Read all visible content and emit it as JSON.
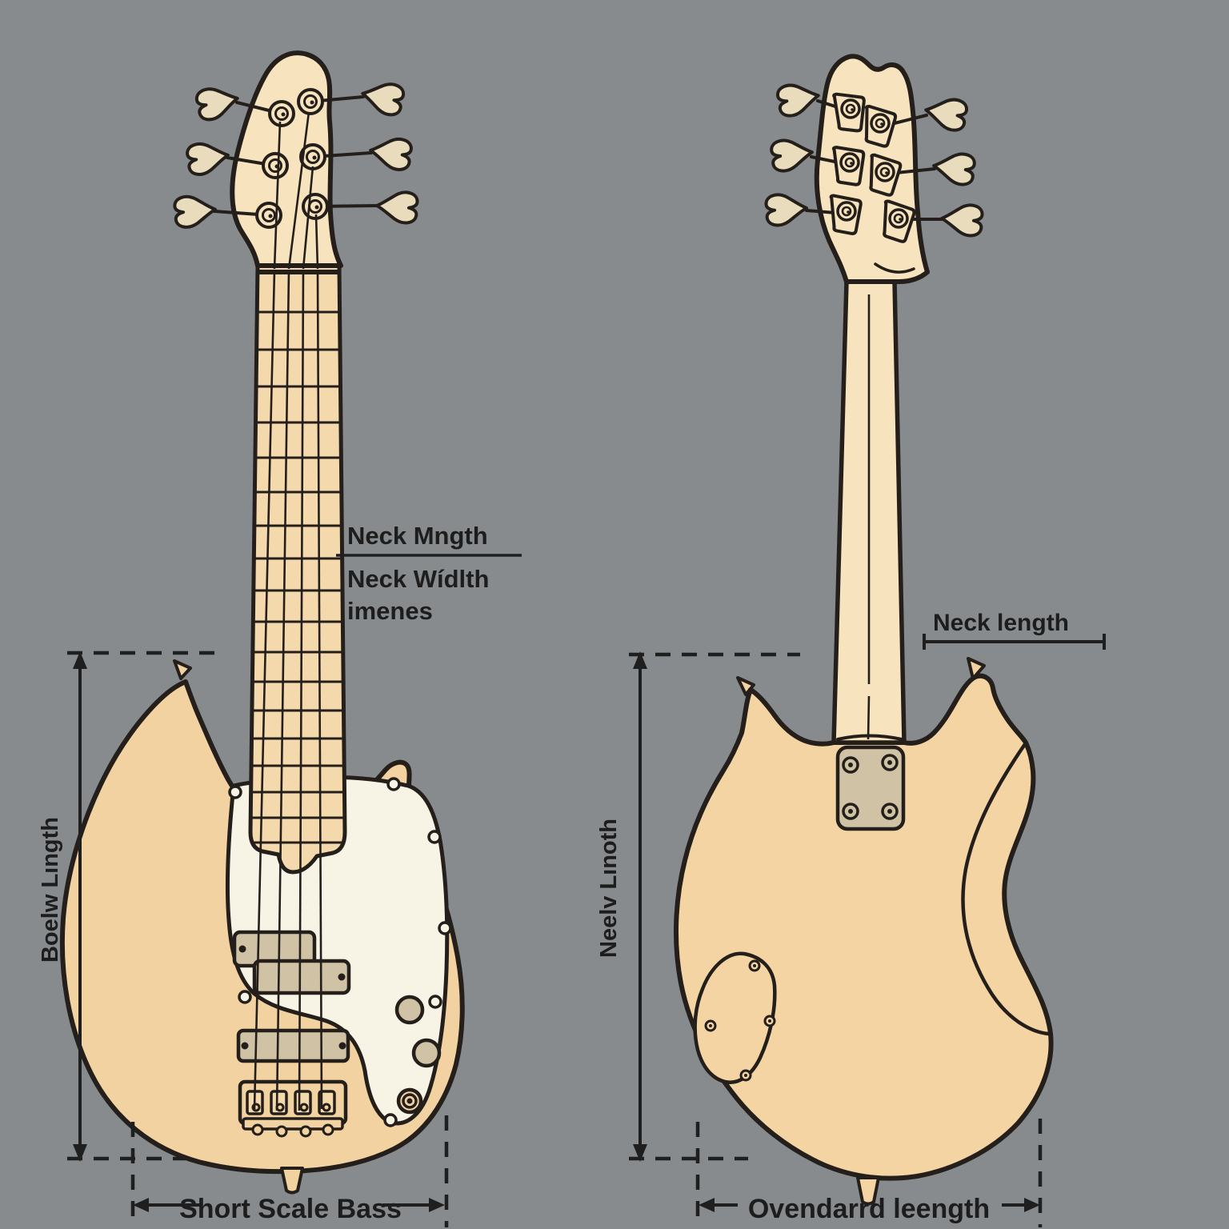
{
  "figure": {
    "left_view": "short-scale-bass-front",
    "right_view": "standard-bass-back"
  },
  "labels": {
    "neck_dimensions": {
      "line1": "Neck Mngth",
      "line2": "Neck Wídlth",
      "line3": "imenes"
    },
    "neck_length_right": "Neck length",
    "body_length_left": "Boelw Lıngth",
    "body_length_right": "Neelv Lınoth",
    "scale_left": "Short Scale Bass",
    "scale_right": "Ovendarrd leength"
  },
  "palette": {
    "background": "#878b8d",
    "outline": "#241f1a",
    "body_tan": "#f2d2a0",
    "headstock_cream": "#f7e3bd",
    "fretboard": "#f4d9ad",
    "pickguard": "#f7f3e5",
    "hardware_tan": "#cfc2a5",
    "annotation": "#1f1f1f"
  }
}
